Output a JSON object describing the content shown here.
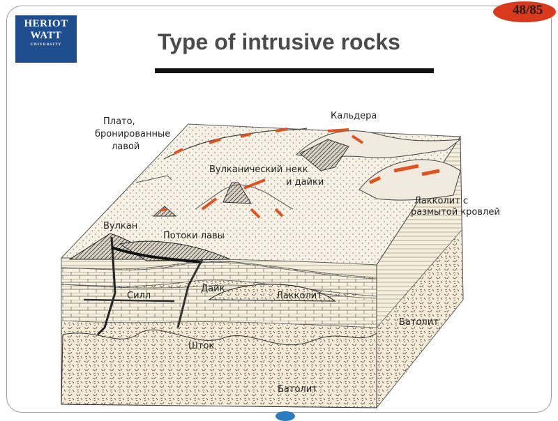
{
  "logo": {
    "line1": "HERIOT",
    "line2": "WATT",
    "line3": "UNIVERSITY"
  },
  "page": {
    "number": "48/85"
  },
  "title": "Type of intrusive rocks",
  "labels": {
    "plateau_1": "Плато,",
    "plateau_2": "бронированные",
    "plateau_3": "лавой",
    "caldera": "Кальдера",
    "neck_1": "Вулканический  некк",
    "neck_2": "и  дайки",
    "volcano": "Вулкан",
    "lava_flows": "Потоки  лавы",
    "laccolith_eroded_1": "Лакколит  с",
    "laccolith_eroded_2": "размытой  кровлей",
    "sill": "Силл",
    "dike": "Дайк",
    "laccolith": "Лакколит",
    "batholith_right": "Батолит",
    "stock": "Шток",
    "batholith_bottom": "Батолит"
  },
  "colors": {
    "badge": "#d9391c",
    "logo": "#1f4e8f",
    "lava": "#e0521f"
  }
}
